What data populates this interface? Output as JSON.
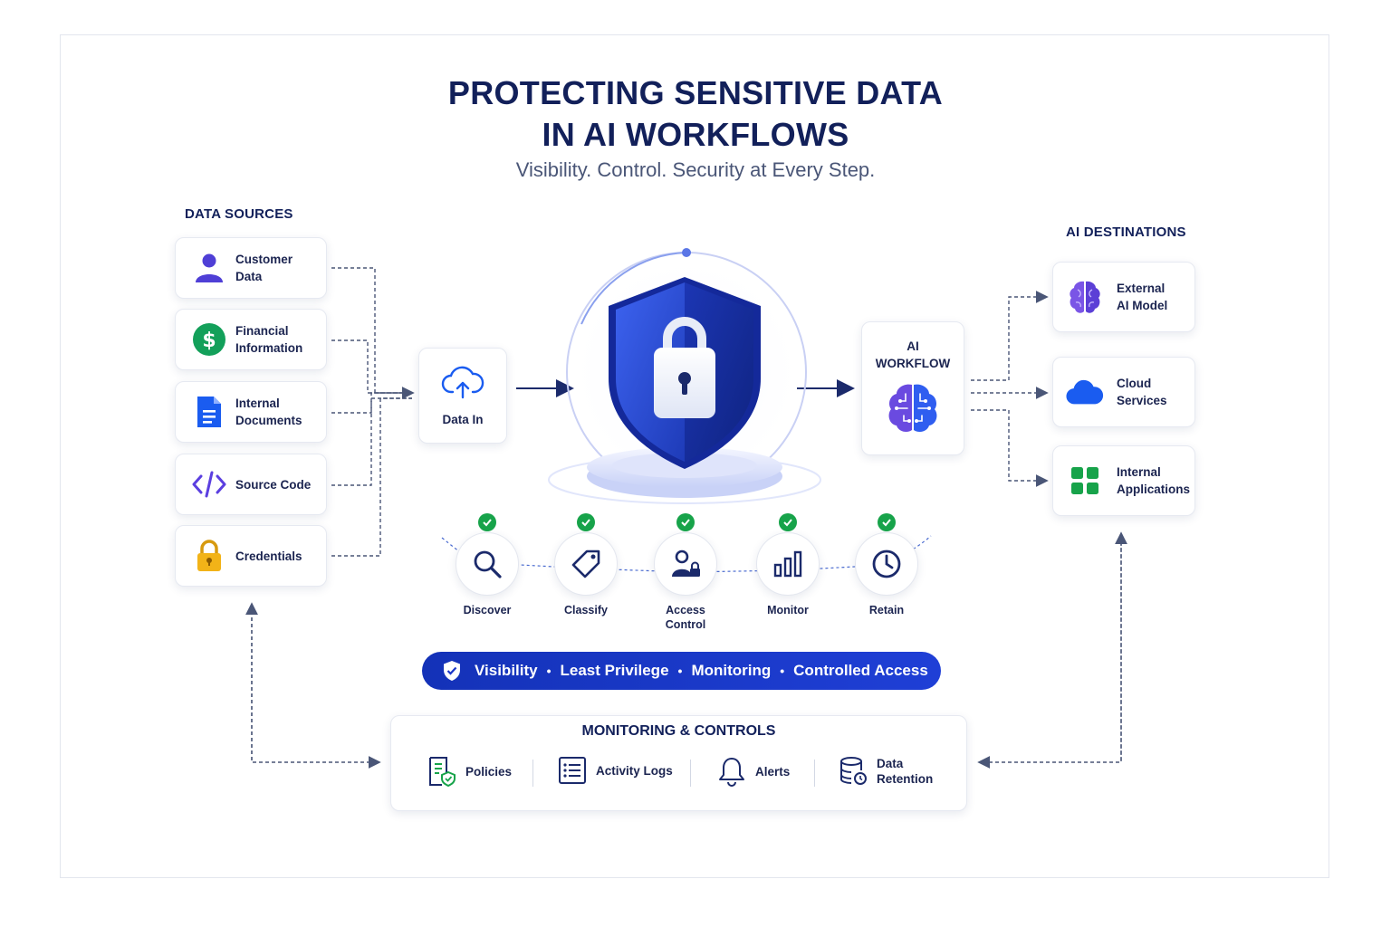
{
  "header": {
    "title_line1": "PROTECTING SENSITIVE DATA",
    "title_line2": "IN AI WORKFLOWS",
    "subtitle": "Visibility. Control. Security at Every Step."
  },
  "sources": {
    "heading": "DATA SOURCES",
    "items": [
      {
        "line1": "Customer",
        "line2": "Data",
        "icon": "user-icon",
        "color": "#4f3fd6"
      },
      {
        "line1": "Financial",
        "line2": "Information",
        "icon": "dollar-icon",
        "color": "#13a05a"
      },
      {
        "line1": "Internal",
        "line2": "Documents",
        "icon": "document-icon",
        "color": "#1a5cf0"
      },
      {
        "line1": "Source Code",
        "line2": "",
        "icon": "code-icon",
        "color": "#5b3fe0"
      },
      {
        "line1": "Credentials",
        "line2": "",
        "icon": "padlock-icon",
        "color": "#f2b318"
      }
    ]
  },
  "pipeline": {
    "data_in": "Data In",
    "workflow_line1": "AI",
    "workflow_line2": "WORKFLOW"
  },
  "destinations": {
    "heading": "AI DESTINATIONS",
    "items": [
      {
        "line1": "External",
        "line2": "AI Model",
        "icon": "brain-icon",
        "color": "#6a4ae0"
      },
      {
        "line1": "Cloud",
        "line2": "Services",
        "icon": "cloud-icon",
        "color": "#1a5cf0"
      },
      {
        "line1": "Internal",
        "line2": "Applications",
        "icon": "apps-grid-icon",
        "color": "#17a34a"
      }
    ]
  },
  "steps": [
    {
      "label_line1": "Discover",
      "label_line2": "",
      "icon": "magnifier-icon"
    },
    {
      "label_line1": "Classify",
      "label_line2": "",
      "icon": "tag-icon"
    },
    {
      "label_line1": "Access",
      "label_line2": "Control",
      "icon": "user-lock-icon"
    },
    {
      "label_line1": "Monitor",
      "label_line2": "",
      "icon": "bar-chart-icon"
    },
    {
      "label_line1": "Retain",
      "label_line2": "",
      "icon": "clock-icon"
    }
  ],
  "banner": {
    "items": [
      "Visibility",
      "Least Privilege",
      "Monitoring",
      "Controlled Access"
    ],
    "separator": "•",
    "color": "#1a36c8"
  },
  "monitoring": {
    "title": "MONITORING & CONTROLS",
    "items": [
      {
        "line1": "Policies",
        "line2": "",
        "icon": "policy-doc-icon"
      },
      {
        "line1": "Activity Logs",
        "line2": "",
        "icon": "list-icon"
      },
      {
        "line1": "Alerts",
        "line2": "",
        "icon": "bell-icon"
      },
      {
        "line1": "Data",
        "line2": "Retention",
        "icon": "database-icon"
      }
    ]
  },
  "colors": {
    "navy": "#12205a",
    "shield_blue": "#1a36c8",
    "check_green": "#17a34a"
  }
}
